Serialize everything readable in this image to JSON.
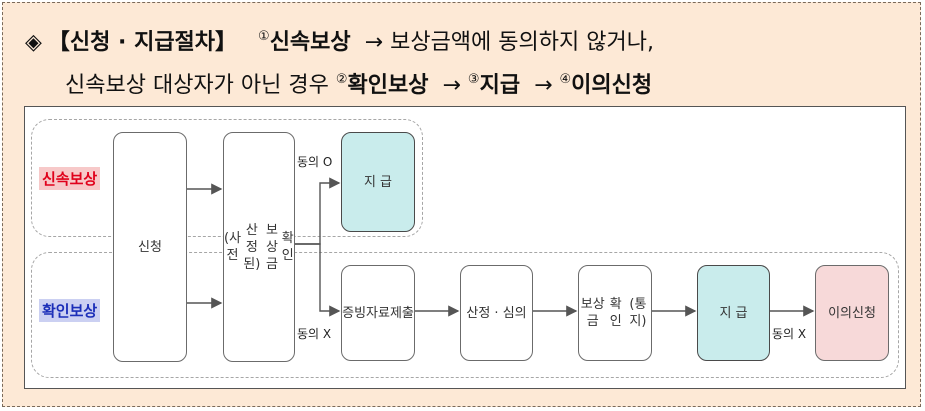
{
  "header": {
    "diamond": "◈",
    "title": "【신청 · 지급절차】",
    "sup1": "①",
    "step1": "신속보상",
    "arrow": "→",
    "text1": " 보상금액에 동의하지 않거나,",
    "text2": "신속보상 대상자가 아닌 경우 ",
    "sup2": "②",
    "step2": "확인보상",
    "sup3": "③",
    "step3": "지급",
    "sup4": "④",
    "step4": "이의신청"
  },
  "diagram": {
    "rows": {
      "fast": "신속보상",
      "confirm": "확인보상"
    },
    "nodes": {
      "apply": "신청",
      "check_lines": [
        "(사전",
        "산정된)",
        "보상금",
        "확인"
      ],
      "pay_fast": "지 급",
      "evidence_lines": [
        "증빙자료",
        "제출"
      ],
      "review": "산정 · 심의",
      "notify_lines": [
        "보상금",
        "확인",
        "(통지)"
      ],
      "pay_confirm": "지 급",
      "objection": "이의신청"
    },
    "edges": {
      "agree": "동의 O",
      "disagree": "동의 X",
      "disagree2": "동의 X"
    }
  },
  "colors": {
    "background": "#fde9d6",
    "teal": "#c9ecec",
    "pink": "#f7d9d9",
    "red": "#e0001b",
    "blue": "#1b2eb8"
  }
}
